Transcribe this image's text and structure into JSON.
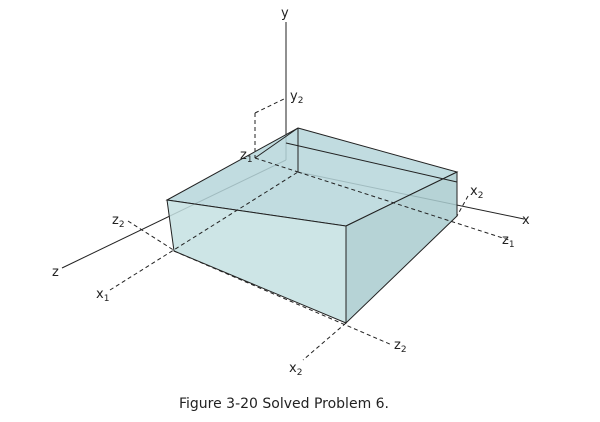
{
  "figure": {
    "caption": "Figure 3-20 Solved Problem 6.",
    "box_fill_color": "#b8d8dc",
    "line_color": "#222222"
  },
  "axes": {
    "x": "x",
    "y": "y",
    "z": "z"
  },
  "labels": {
    "x1": {
      "base": "x",
      "sub": "1"
    },
    "x2_right": {
      "base": "x",
      "sub": "2"
    },
    "x2_bottom": {
      "base": "x",
      "sub": "2"
    },
    "y2": {
      "base": "y",
      "sub": "2"
    },
    "z1_top": {
      "base": "z",
      "sub": "1"
    },
    "z1_right": {
      "base": "z",
      "sub": "1"
    },
    "z2_left": {
      "base": "z",
      "sub": "2"
    },
    "z2_bottom": {
      "base": "z",
      "sub": "2"
    }
  }
}
